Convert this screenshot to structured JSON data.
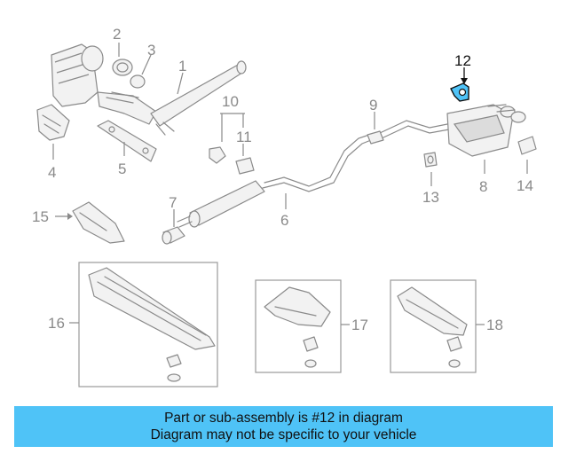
{
  "callouts": {
    "c1": "1",
    "c2": "2",
    "c3": "3",
    "c4": "4",
    "c5": "5",
    "c6": "6",
    "c7": "7",
    "c8": "8",
    "c9": "9",
    "c10": "10",
    "c11": "11",
    "c12": "12",
    "c13": "13",
    "c14": "14",
    "c15": "15",
    "c16": "16",
    "c17": "17",
    "c18": "18"
  },
  "highlighted_callout": "12",
  "colors": {
    "banner_bg": "#4fc3f7",
    "line": "#8a8a8a",
    "highlight": "#111111"
  },
  "banner": {
    "line1": "Part or sub-assembly is #12 in diagram",
    "line2": "Diagram may not be specific to your vehicle"
  }
}
